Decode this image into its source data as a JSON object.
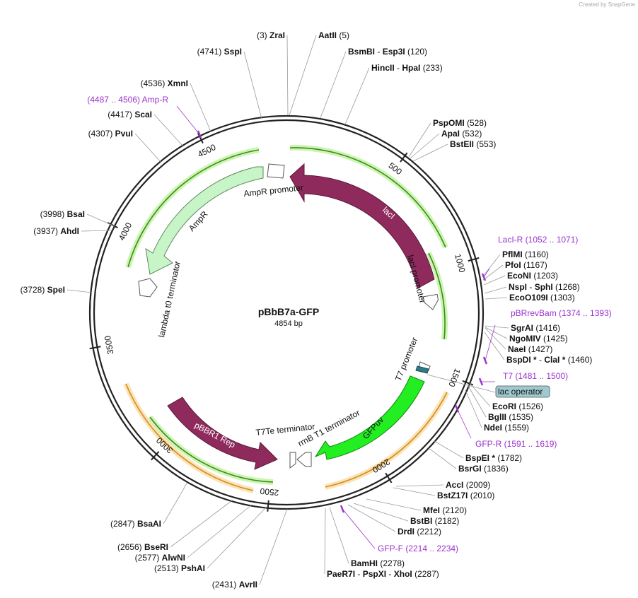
{
  "watermark": "Created by SnapGene",
  "plasmid": {
    "name": "pBbB7a-GFP",
    "length_label": "4854 bp",
    "length": 4854
  },
  "ticks": [
    "500",
    "1000",
    "1500",
    "2000",
    "2500",
    "3000",
    "3500",
    "4000",
    "4500"
  ],
  "features": [
    {
      "name": "lacI",
      "color": "#8e2a5c"
    },
    {
      "name": "lacI promoter",
      "color": "#ffffff"
    },
    {
      "name": "AmpR promoter",
      "color": "#ffffff"
    },
    {
      "name": "AmpR",
      "color": "#c8f5c8"
    },
    {
      "name": "lambda t0 terminator",
      "color": "#ffffff"
    },
    {
      "name": "pBBR1 Rep",
      "color": "#8e2a5c"
    },
    {
      "name": "T7Te terminator",
      "color": "#ffffff"
    },
    {
      "name": "rrnB T1 terminator",
      "color": "#ffffff"
    },
    {
      "name": "GFPuv",
      "color": "#22ee22"
    },
    {
      "name": "T7 promoter",
      "color": "#ffffff"
    },
    {
      "name": "lac operator",
      "color": "#9ec9cf"
    }
  ],
  "sites": [
    {
      "id": "zrai",
      "pos": "(3)",
      "name": "ZraI"
    },
    {
      "id": "aatii",
      "pos": "(5)",
      "name": "AatII"
    },
    {
      "id": "bsmbi",
      "pos": "(120)",
      "name": "BsmBI",
      "alt": "Esp3I"
    },
    {
      "id": "hincii",
      "pos": "(233)",
      "name": "HincII",
      "alt": "HpaI"
    },
    {
      "id": "pspomi",
      "pos": "(528)",
      "name": "PspOMI"
    },
    {
      "id": "apai",
      "pos": "(532)",
      "name": "ApaI"
    },
    {
      "id": "bsteii",
      "pos": "(553)",
      "name": "BstEII"
    },
    {
      "id": "pflmi",
      "pos": "(1160)",
      "name": "PflMI"
    },
    {
      "id": "pfoi",
      "pos": "(1167)",
      "name": "PfoI"
    },
    {
      "id": "econi",
      "pos": "(1203)",
      "name": "EcoNI"
    },
    {
      "id": "nspi",
      "pos": "(1268)",
      "name": "NspI",
      "alt": "SphI"
    },
    {
      "id": "ecoo109i",
      "pos": "(1303)",
      "name": "EcoO109I"
    },
    {
      "id": "sgrai",
      "pos": "(1416)",
      "name": "SgrAI"
    },
    {
      "id": "ngomiv",
      "pos": "(1425)",
      "name": "NgoMIV"
    },
    {
      "id": "naei",
      "pos": "(1427)",
      "name": "NaeI"
    },
    {
      "id": "bspdi",
      "pos": "(1460)",
      "name": "BspDI *",
      "alt": "ClaI *"
    },
    {
      "id": "ecori",
      "pos": "(1526)",
      "name": "EcoRI"
    },
    {
      "id": "bglii",
      "pos": "(1535)",
      "name": "BglII"
    },
    {
      "id": "ndei",
      "pos": "(1559)",
      "name": "NdeI"
    },
    {
      "id": "bspei",
      "pos": "(1782)",
      "name": "BspEI *"
    },
    {
      "id": "bsrgi",
      "pos": "(1836)",
      "name": "BsrGI"
    },
    {
      "id": "acci",
      "pos": "(2009)",
      "name": "AccI"
    },
    {
      "id": "bstz17i",
      "pos": "(2010)",
      "name": "BstZ17I"
    },
    {
      "id": "mfei",
      "pos": "(2120)",
      "name": "MfeI"
    },
    {
      "id": "bstbi",
      "pos": "(2182)",
      "name": "BstBI"
    },
    {
      "id": "drdi",
      "pos": "(2212)",
      "name": "DrdI"
    },
    {
      "id": "bamhi",
      "pos": "(2278)",
      "name": "BamHI"
    },
    {
      "id": "paer7i",
      "pos": "(2287)",
      "name": "PaeR7I",
      "alt": "PspXI",
      "alt2": "XhoI"
    },
    {
      "id": "avrii",
      "pos": "(2431)",
      "name": "AvrII"
    },
    {
      "id": "pshai",
      "pos": "(2513)",
      "name": "PshAI"
    },
    {
      "id": "alwni",
      "pos": "(2577)",
      "name": "AlwNI"
    },
    {
      "id": "beseri",
      "pos": "(2656)",
      "name": "BseRI"
    },
    {
      "id": "bsaai",
      "pos": "(2847)",
      "name": "BsaAI"
    },
    {
      "id": "spei",
      "pos": "(3728)",
      "name": "SpeI"
    },
    {
      "id": "ahdi",
      "pos": "(3937)",
      "name": "AhdI"
    },
    {
      "id": "bsai",
      "pos": "(3998)",
      "name": "BsaI"
    },
    {
      "id": "pvui",
      "pos": "(4307)",
      "name": "PvuI"
    },
    {
      "id": "scai",
      "pos": "(4417)",
      "name": "ScaI"
    },
    {
      "id": "xmni",
      "pos": "(4536)",
      "name": "XmnI"
    },
    {
      "id": "sspi",
      "pos": "(4741)",
      "name": "SspI"
    }
  ],
  "primers": [
    {
      "id": "lacir",
      "name": "LacI-R",
      "range": "(1052 .. 1071)"
    },
    {
      "id": "pbrrevbam",
      "name": "pBRrevBam",
      "range": "(1374 .. 1393)"
    },
    {
      "id": "t7",
      "name": "T7",
      "range": "(1481 .. 1500)"
    },
    {
      "id": "gfpr",
      "name": "GFP-R",
      "range": "(1591 .. 1619)"
    },
    {
      "id": "gfpf",
      "name": "GFP-F",
      "range": "(2214 .. 2234)"
    },
    {
      "id": "ampr",
      "name": "Amp-R",
      "range": "(4487 .. 4506)"
    }
  ],
  "colors": {
    "primer": "#9b33cc",
    "backbone": "#222222",
    "tick": "#333333"
  }
}
